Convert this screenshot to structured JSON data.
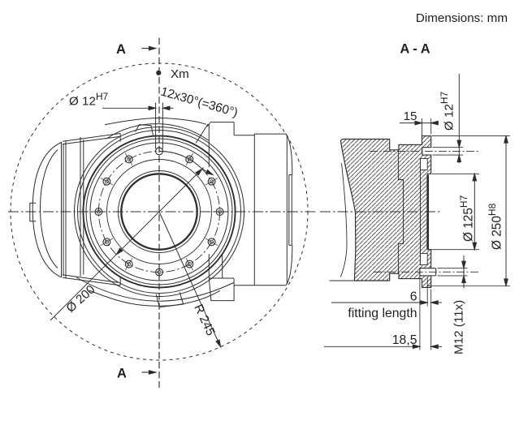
{
  "drawing": {
    "units_note": "Dimensions: mm",
    "section_title": "A - A",
    "front": {
      "section_marker_top": "A",
      "section_marker_bottom": "A",
      "ref_point": "Xm",
      "dowel_hole": {
        "main": "Ø 12",
        "tol": "H7"
      },
      "hole_pattern": "12x30°(=360°)",
      "bolt_circle": "Ø 200",
      "swept_radius": "R 245"
    },
    "section": {
      "dowel_depth": "15",
      "dowel_hole": {
        "main": "Ø 12",
        "tol": "H7"
      },
      "spigot": {
        "main": "Ø 125",
        "tol": "H7"
      },
      "flange": {
        "main": "Ø 250",
        "tol": "H8"
      },
      "fit_depth": "6",
      "fit_label": "fitting length",
      "thread_depth": "18,5",
      "thread_spec": "M12 (11x)"
    }
  }
}
